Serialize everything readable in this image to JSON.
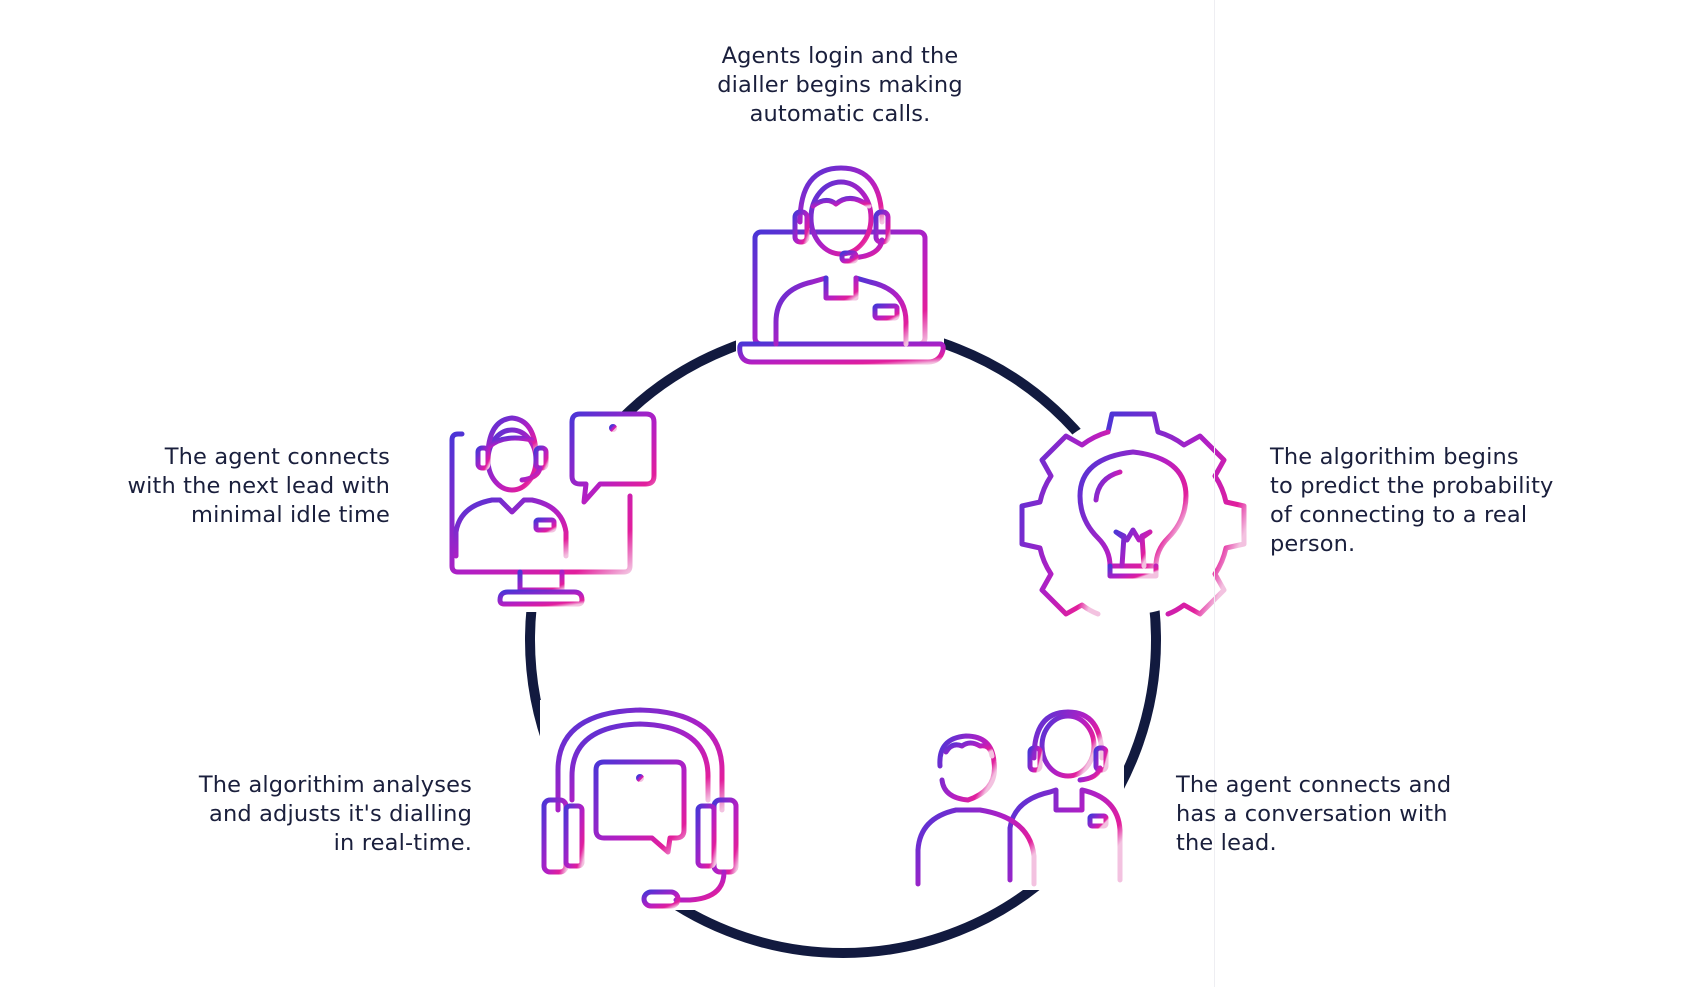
{
  "diagram": {
    "steps": [
      {
        "id": "login",
        "icon": "agent-laptop-headset-icon",
        "lines": [
          "Agents login and the",
          "dialler begins making",
          "automatic calls."
        ]
      },
      {
        "id": "predict",
        "icon": "gear-lightbulb-icon",
        "lines": [
          "The algorithim begins",
          "to predict the probability",
          "of connecting to a real",
          "person."
        ]
      },
      {
        "id": "converse",
        "icon": "agent-and-lead-icon",
        "lines": [
          "The agent connects and",
          "has a conversation with",
          "the lead."
        ]
      },
      {
        "id": "analyse",
        "icon": "headphones-info-icon",
        "lines": [
          "The algorithim analyses",
          "and adjusts it's dialling",
          "in real-time."
        ]
      },
      {
        "id": "next-lead",
        "icon": "agent-monitor-info-icon",
        "lines": [
          "The agent connects",
          "with the next lead with",
          "minimal idle time"
        ]
      }
    ]
  },
  "colors": {
    "ring": "#121a3f",
    "text": "#1a1f3c",
    "gradient_start": "#4b35d6",
    "gradient_mid": "#b21fc4",
    "gradient_end": "#e21f9c",
    "gradient_fade": "#f3c2e0"
  }
}
